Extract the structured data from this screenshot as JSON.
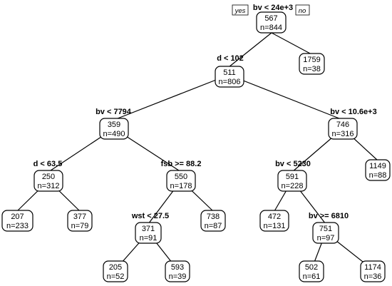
{
  "branch_labels": {
    "left": "yes",
    "right": "no"
  },
  "nodes": {
    "n1": {
      "value": "567",
      "count": "n=844",
      "split": "bv < 24e+3"
    },
    "n2": {
      "value": "511",
      "count": "n=806",
      "split": "d < 102"
    },
    "n3": {
      "value": "1759",
      "count": "n=38"
    },
    "n4": {
      "value": "359",
      "count": "n=490",
      "split": "bv < 7794"
    },
    "n5": {
      "value": "746",
      "count": "n=316",
      "split": "bv < 10.6e+3"
    },
    "n6": {
      "value": "250",
      "count": "n=312",
      "split": "d < 63.5"
    },
    "n7": {
      "value": "550",
      "count": "n=178",
      "split": "fsb >= 88.2"
    },
    "n8": {
      "value": "591",
      "count": "n=228",
      "split": "bv < 5230"
    },
    "n9": {
      "value": "1149",
      "count": "n=88"
    },
    "n10": {
      "value": "207",
      "count": "n=233"
    },
    "n11": {
      "value": "377",
      "count": "n=79"
    },
    "n12": {
      "value": "371",
      "count": "n=91",
      "split": "wst < 27.5"
    },
    "n13": {
      "value": "738",
      "count": "n=87"
    },
    "n14": {
      "value": "472",
      "count": "n=131"
    },
    "n15": {
      "value": "751",
      "count": "n=97",
      "split": "bv >= 6810"
    },
    "n16": {
      "value": "205",
      "count": "n=52"
    },
    "n17": {
      "value": "593",
      "count": "n=39"
    },
    "n18": {
      "value": "502",
      "count": "n=61"
    },
    "n19": {
      "value": "1174",
      "count": "n=36"
    }
  }
}
